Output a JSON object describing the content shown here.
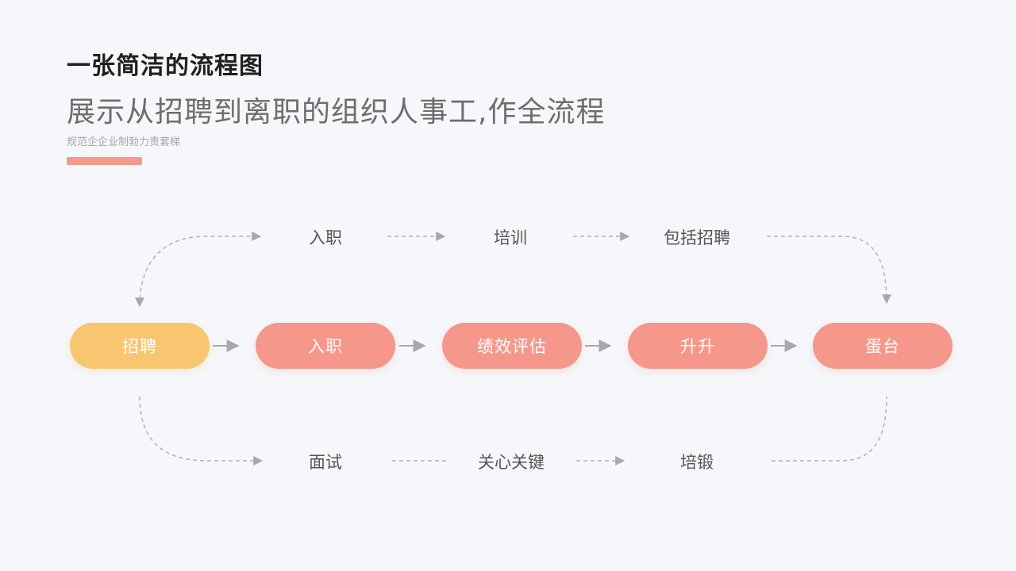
{
  "header": {
    "title": "一张简洁的流程图",
    "subtitle": "展示从招聘到离职的组织人事工,作全流程",
    "caption": "规范企企业制勃力责套梯"
  },
  "colors": {
    "first_stage": "#f8c571",
    "stage": "#f5978a",
    "accent": "#f39b8a",
    "connector": "#a8a8a8"
  },
  "flow": {
    "main_stages": [
      {
        "label": "招聘"
      },
      {
        "label": "入职"
      },
      {
        "label": "绩效评估"
      },
      {
        "label": "升升"
      },
      {
        "label": "蛋台"
      }
    ],
    "top_steps": [
      {
        "label": "入职"
      },
      {
        "label": "培训"
      },
      {
        "label": "包括招聘"
      }
    ],
    "bottom_steps": [
      {
        "label": "面试"
      },
      {
        "label": "关心关键"
      },
      {
        "label": "培锻"
      }
    ]
  }
}
